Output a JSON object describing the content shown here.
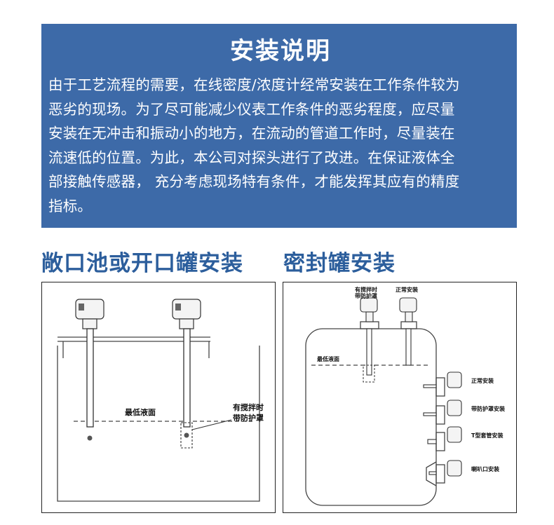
{
  "intro": {
    "title": "安装说明",
    "lines": [
      "由于工艺流程的需要，在线密度/浓度计经常安装在工作条件较为",
      "恶劣的现场。为了尽可能减少仪表工作条件的恶劣程度，应尽量",
      "安装在无冲击和振动小的地方，在流动的管道工作时，尽量装在",
      "流速低的位置。为此，本公司对探头进行了改进。在保证液体全",
      "部接触传感器， 充分考虑现场特有条件，才能发挥其应有的精度",
      "指标。"
    ]
  },
  "colors": {
    "banner": "#3d6aa8",
    "section_title": "#2c5e9c"
  },
  "open_tank": {
    "heading": "敞口池或开口罐安装",
    "level_label": "最低液面",
    "guard_label_1": "有搅拌时",
    "guard_label_2": "带防护罩"
  },
  "sealed_tank": {
    "heading": "密封罐安装",
    "top_label_1a": "有搅拌时",
    "top_label_1b": "带防护罩",
    "top_label_2": "正常安装",
    "level_label": "最低液面",
    "side_labels": [
      "正常安装",
      "带防护罩安装",
      "T型套管安装",
      "喇叭口安装"
    ]
  }
}
